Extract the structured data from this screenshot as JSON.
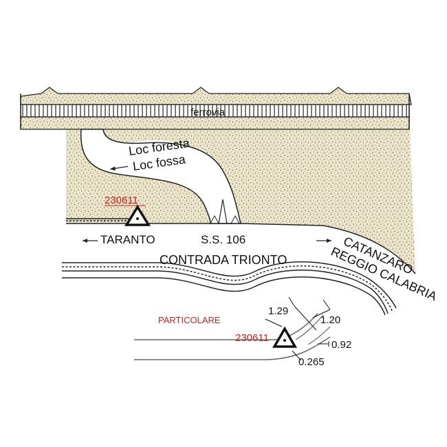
{
  "labels": {
    "railway": "ferrovia",
    "loc_foresta": "Loc foresta",
    "loc_fossa": "Loc fossa",
    "taranto": "TARANTO",
    "ss106": "S.S. 106",
    "catanzaro": "CATANZARO",
    "reggio": "REGGIO CALABRIA",
    "contrada": "CONTRADA TRIONTO",
    "particolare": "PARTICOLARE"
  },
  "sign_code": "230611",
  "dimensions": {
    "d1": "1.29",
    "d2": "1.20",
    "d3": "0.92",
    "d4": "0.265"
  },
  "colors": {
    "code_text": "#d42020",
    "particolare_text": "#d42020",
    "terrain_fill": "#e6dfc4",
    "line": "#111111"
  }
}
